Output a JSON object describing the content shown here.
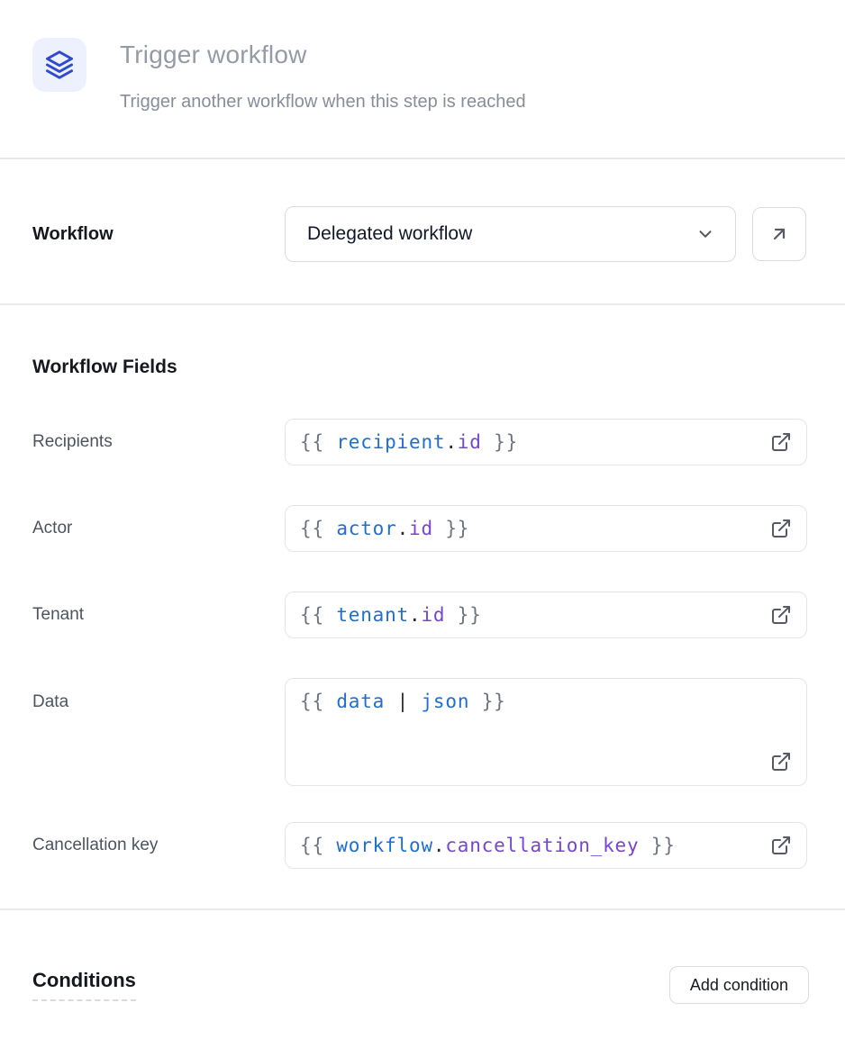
{
  "header": {
    "title": "Trigger workflow",
    "subtitle": "Trigger another workflow when this step is reached",
    "icon": "layers-icon"
  },
  "workflow_selector": {
    "label": "Workflow",
    "selected": "Delegated workflow",
    "chevron_icon": "chevron-down-icon",
    "open_button_icon": "arrow-up-right-icon"
  },
  "fields": {
    "heading": "Workflow Fields",
    "external_icon": "external-link-icon",
    "rows": [
      {
        "label": "Recipients",
        "multiline": false,
        "value": "{{ recipient.id }}",
        "tokens": [
          {
            "t": "{{ ",
            "k": "brace"
          },
          {
            "t": "recipient",
            "k": "var"
          },
          {
            "t": ".",
            "k": "dot"
          },
          {
            "t": "id",
            "k": "prop"
          },
          {
            "t": " }}",
            "k": "brace"
          }
        ]
      },
      {
        "label": "Actor",
        "multiline": false,
        "value": "{{ actor.id }}",
        "tokens": [
          {
            "t": "{{ ",
            "k": "brace"
          },
          {
            "t": "actor",
            "k": "var"
          },
          {
            "t": ".",
            "k": "dot"
          },
          {
            "t": "id",
            "k": "prop"
          },
          {
            "t": " }}",
            "k": "brace"
          }
        ]
      },
      {
        "label": "Tenant",
        "multiline": false,
        "value": "{{ tenant.id }}",
        "tokens": [
          {
            "t": "{{ ",
            "k": "brace"
          },
          {
            "t": "tenant",
            "k": "var"
          },
          {
            "t": ".",
            "k": "dot"
          },
          {
            "t": "id",
            "k": "prop"
          },
          {
            "t": " }}",
            "k": "brace"
          }
        ]
      },
      {
        "label": "Data",
        "multiline": true,
        "value": "{{ data | json }}",
        "tokens": [
          {
            "t": "{{ ",
            "k": "brace"
          },
          {
            "t": "data",
            "k": "var"
          },
          {
            "t": " ",
            "k": "brace"
          },
          {
            "t": "|",
            "k": "pipe"
          },
          {
            "t": " ",
            "k": "brace"
          },
          {
            "t": "json",
            "k": "var"
          },
          {
            "t": " }}",
            "k": "brace"
          }
        ]
      },
      {
        "label": "Cancellation key",
        "multiline": false,
        "value": "{{ workflow.cancellation_key }}",
        "tokens": [
          {
            "t": "{{ ",
            "k": "brace"
          },
          {
            "t": "workflow",
            "k": "var"
          },
          {
            "t": ".",
            "k": "dot"
          },
          {
            "t": "cancellation_key",
            "k": "prop"
          },
          {
            "t": " }}",
            "k": "brace"
          }
        ]
      }
    ]
  },
  "conditions": {
    "heading": "Conditions",
    "add_button_label": "Add condition"
  },
  "colors": {
    "icon_blue": "#2f49d1",
    "icon_box_bg": "#edf1fd",
    "code_blue": "#1c6ed9",
    "code_purple": "#7644d8",
    "code_gray": "#6e7580",
    "divider": "#e9eaef",
    "title_gray": "#959ba6"
  }
}
